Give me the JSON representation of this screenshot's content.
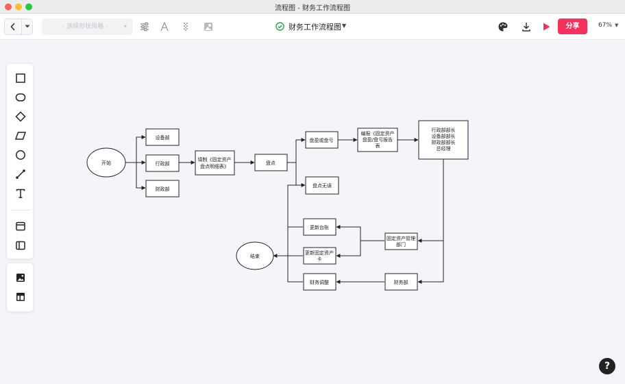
{
  "window": {
    "title": "流程图 - 财务工作流程图"
  },
  "toolbar": {
    "style_placeholder": "- 选择形状风格 -",
    "doc_title": "财务工作流程图",
    "share_label": "分享",
    "zoom_level": "67%"
  },
  "flowchart": {
    "nodes": {
      "start": "开始",
      "equipment_dept": "设备部",
      "admin_dept": "行政部",
      "finance_dept_top": "财政部",
      "fill_form_1": "填制《固定资产",
      "fill_form_2": "盘点明细表》",
      "inventory": "盘点",
      "surplus_loss": "盘盈或盘亏",
      "report_1": "编报《固定资产",
      "report_2": "盘盈/盘亏报告",
      "report_3": "表",
      "approvers_1": "行政部部长",
      "approvers_2": "设备部部长",
      "approvers_3": "财政部部长",
      "approvers_4": "总经理",
      "no_error": "盘点无误",
      "update_ledger": "更新台账",
      "asset_mgmt_1": "固定资产管理",
      "asset_mgmt_2": "部门",
      "update_card_1": "更新固定资产",
      "update_card_2": "卡",
      "end": "结束",
      "finance_adjust": "财务调整",
      "finance_dept": "财务部"
    }
  }
}
